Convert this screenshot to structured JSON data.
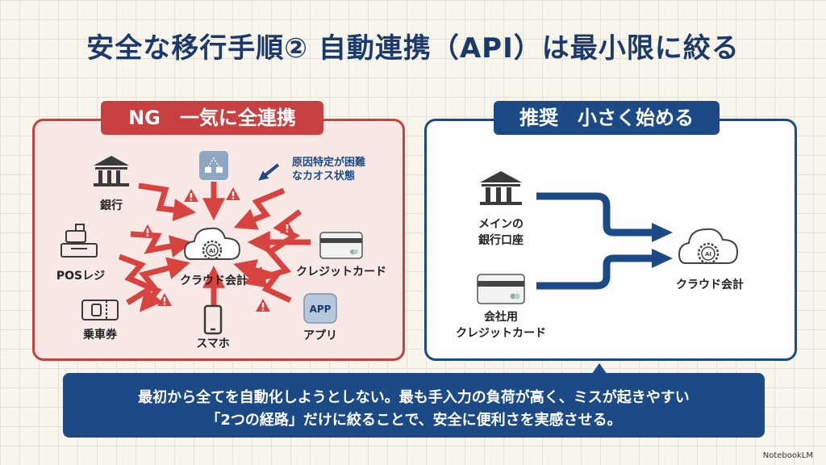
{
  "title": "安全な移行手順② 自動連携（API）は最小限に絞る",
  "ng_panel": {
    "tag": "NG　一気に全連携",
    "note": [
      "原因特定が困難",
      "なカオス状態"
    ],
    "center": "クラウド会計",
    "nodes": {
      "bank": "銀行",
      "pos": "POSレジ",
      "ticket": "乗車券",
      "phone": "スマホ",
      "app": "アプリ",
      "card": "クレジットカード"
    },
    "app_icon_text": "APP"
  },
  "rec_panel": {
    "tag": "推奨　小さく始める",
    "bank": [
      "メインの",
      "銀行口座"
    ],
    "card": [
      "会社用",
      "クレジットカード"
    ],
    "center": "クラウド会計"
  },
  "bubble": {
    "line1": "最初から全てを自動化しようとしない。最も手入力の負荷が高く、ミスが起きやすい",
    "line2": "「2つの経路」だけに絞ることで、安全に便利さを実感させる。"
  },
  "brand": "NotebookLM",
  "colors": {
    "red": "#c8403f",
    "navy": "#1b4a86",
    "title": "#1b3a6b"
  }
}
